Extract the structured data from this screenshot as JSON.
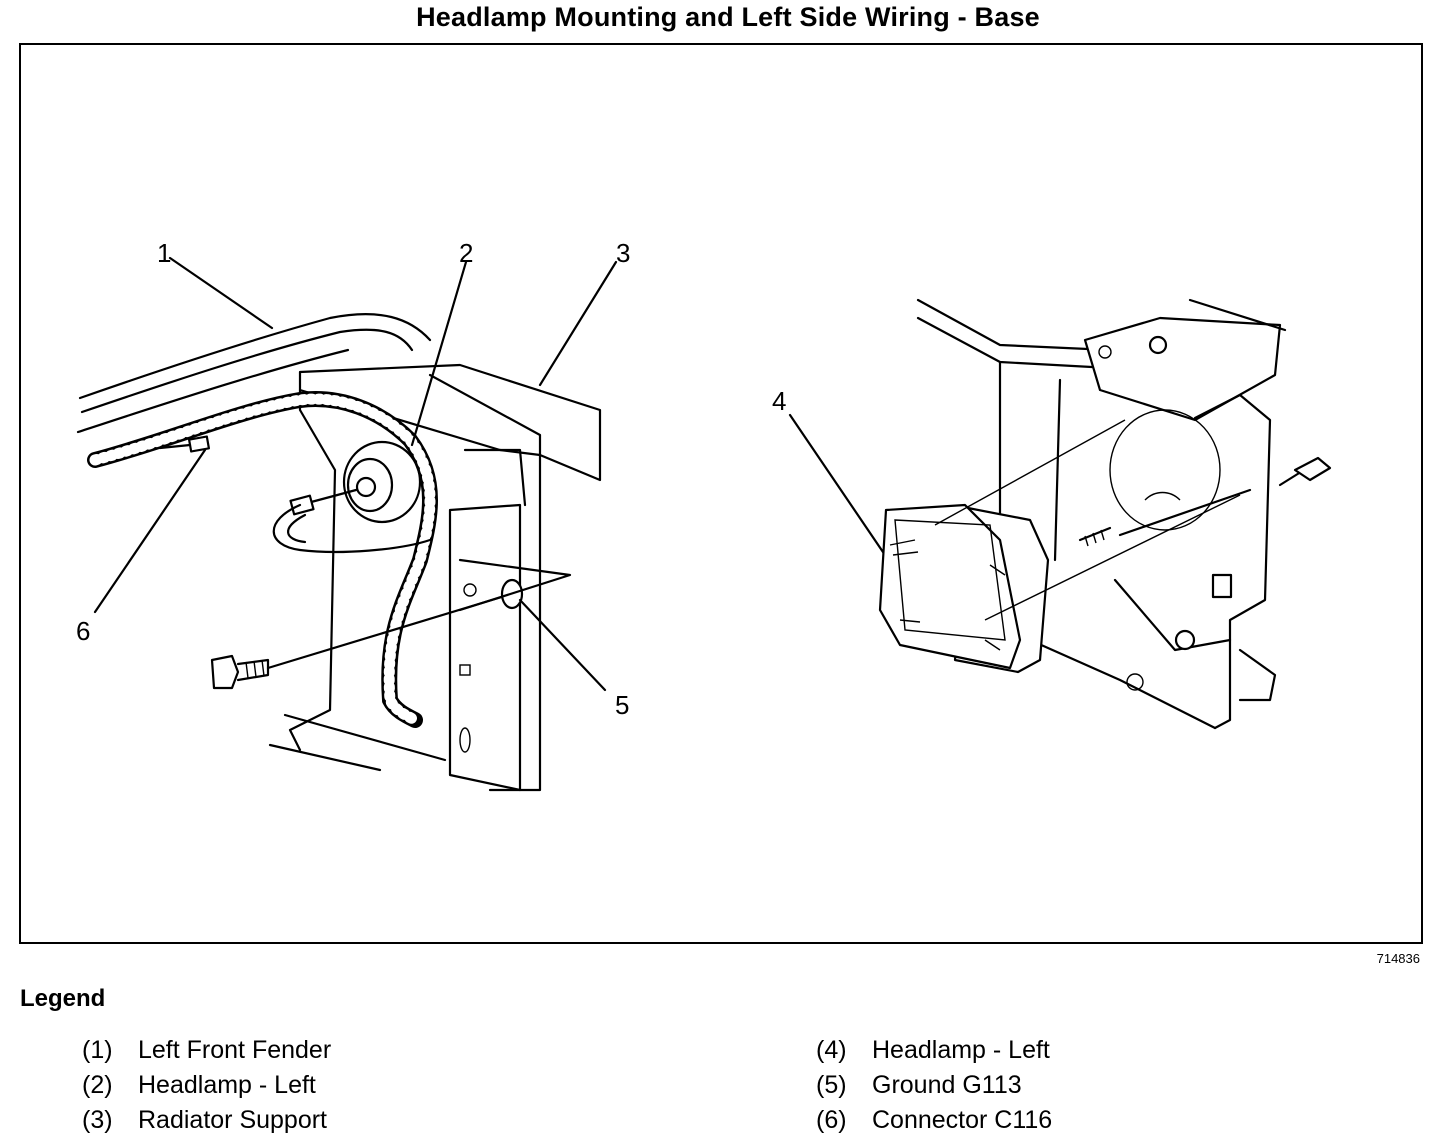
{
  "title": "Headlamp Mounting and Left Side Wiring - Base",
  "figure_id": "714836",
  "callouts": [
    "1",
    "2",
    "3",
    "4",
    "5",
    "6"
  ],
  "legend": {
    "heading": "Legend",
    "items": [
      {
        "num": "(1)",
        "label": "Left Front Fender"
      },
      {
        "num": "(2)",
        "label": "Headlamp - Left"
      },
      {
        "num": "(3)",
        "label": "Radiator Support"
      },
      {
        "num": "(4)",
        "label": "Headlamp - Left"
      },
      {
        "num": "(5)",
        "label": "Ground G113"
      },
      {
        "num": "(6)",
        "label": "Connector C116"
      }
    ]
  }
}
